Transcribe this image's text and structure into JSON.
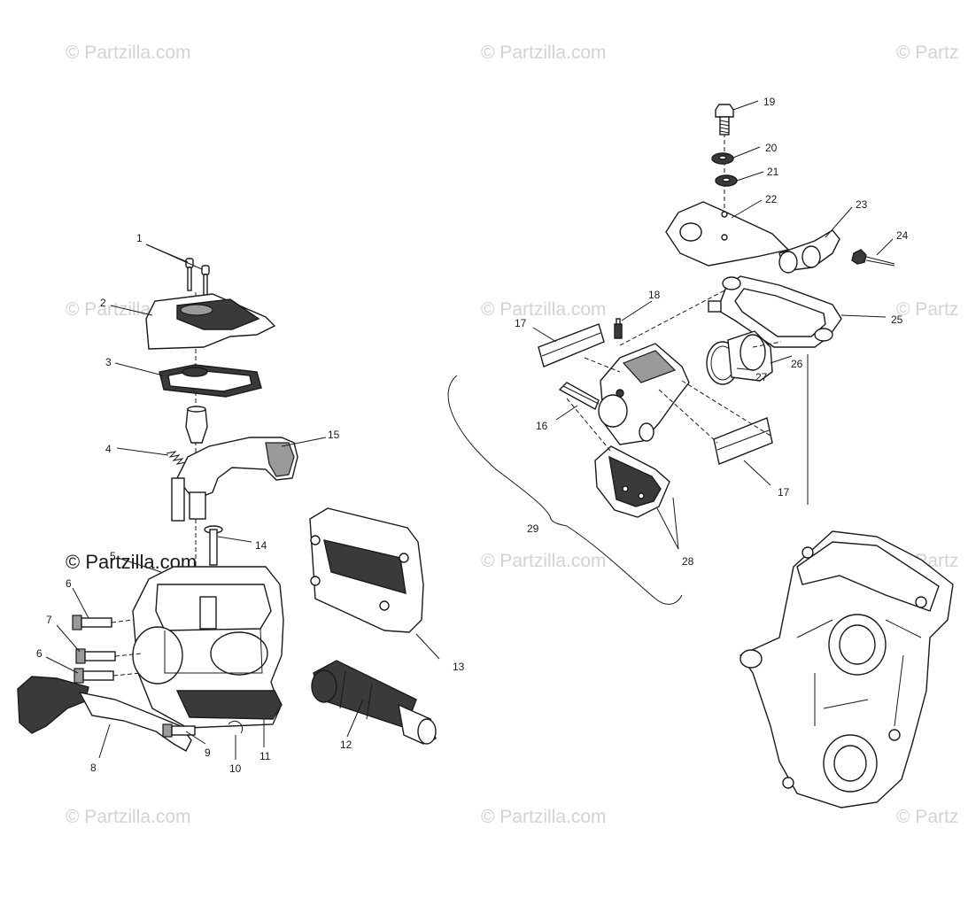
{
  "watermarks": [
    "© Partzilla.com",
    "© Partzilla.com",
    "© Partz",
    "© Partzilla.com",
    "© Partzilla.com",
    "© Partz",
    "© Partzilla.com",
    "© Partz",
    "© Partzilla.com",
    "© Partzilla.com",
    "© Partz"
  ],
  "main_watermark": "© Partzilla.com",
  "callouts": [
    "1",
    "2",
    "3",
    "4",
    "15",
    "14",
    "5",
    "6",
    "7",
    "6",
    "8",
    "9",
    "10",
    "11",
    "12",
    "13",
    "19",
    "20",
    "21",
    "22",
    "23",
    "24",
    "25",
    "18",
    "17",
    "16",
    "26",
    "27",
    "17",
    "29",
    "28"
  ],
  "colors": {
    "line": "#1a1a1a",
    "watermark": "#d3d3d3",
    "fill_dark": "#3a3a3a",
    "fill_mid": "#9a9a9a"
  }
}
